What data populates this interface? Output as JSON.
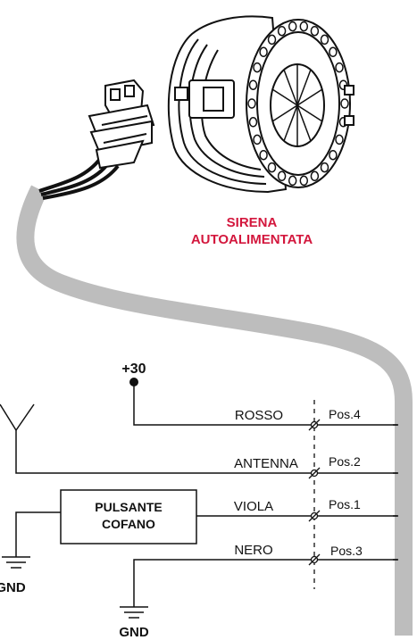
{
  "siren": {
    "line1": "SIRENA",
    "line2": "AUTOALIMENTATA"
  },
  "supply": {
    "label": "+30"
  },
  "wires": [
    {
      "name": "ROSSO",
      "pos": "Pos.4"
    },
    {
      "name": "ANTENNA",
      "pos": "Pos.2"
    },
    {
      "name": "VIOLA",
      "pos": "Pos.1"
    },
    {
      "name": "NERO",
      "pos": "Pos.3"
    }
  ],
  "switch": {
    "line1": "PULSANTE",
    "line2": "COFANO"
  },
  "ground": {
    "left": "GND",
    "bottom": "GND"
  },
  "colors": {
    "accent": "#d3173d",
    "cable": "#bdbdbd"
  }
}
